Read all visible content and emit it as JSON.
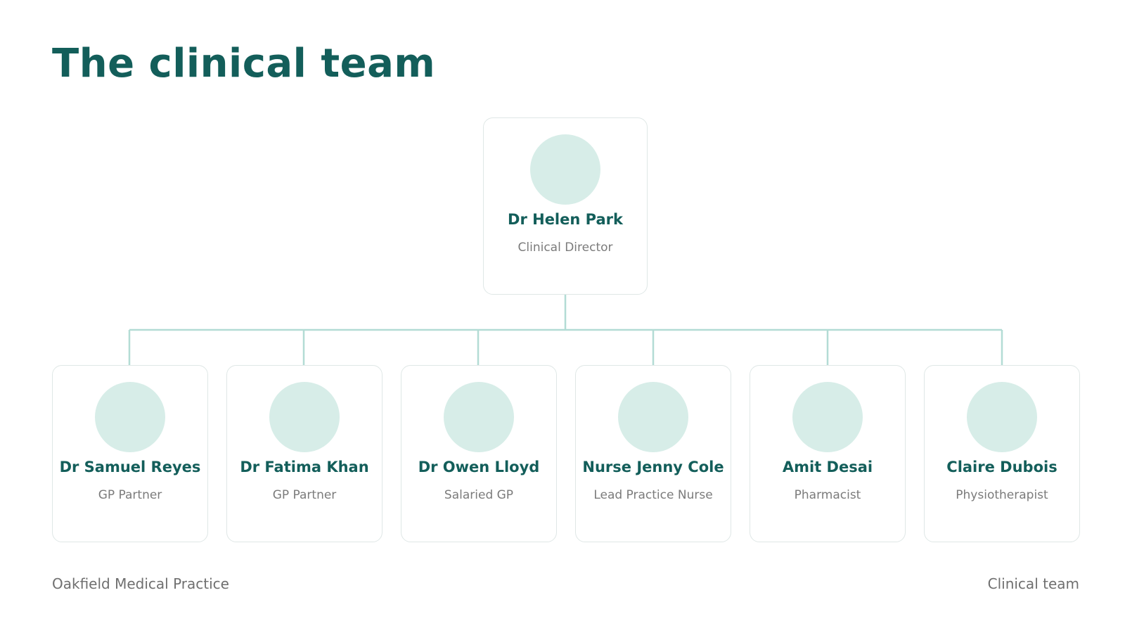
{
  "title": "The clinical team",
  "accent_color": "#135e5a",
  "avatar_color": "#d7ede8",
  "connector_color": "#b3dcd5",
  "lead": {
    "name": "Dr Helen Park",
    "role": "Clinical Director"
  },
  "team": [
    {
      "name": "Dr Samuel Reyes",
      "role": "GP Partner"
    },
    {
      "name": "Dr Fatima Khan",
      "role": "GP Partner"
    },
    {
      "name": "Dr Owen Lloyd",
      "role": "Salaried GP"
    },
    {
      "name": "Nurse Jenny Cole",
      "role": "Lead Practice Nurse"
    },
    {
      "name": "Amit Desai",
      "role": "Pharmacist"
    },
    {
      "name": "Claire Dubois",
      "role": "Physiotherapist"
    }
  ],
  "footer": {
    "left": "Oakfield Medical Practice",
    "right": "Clinical team"
  }
}
